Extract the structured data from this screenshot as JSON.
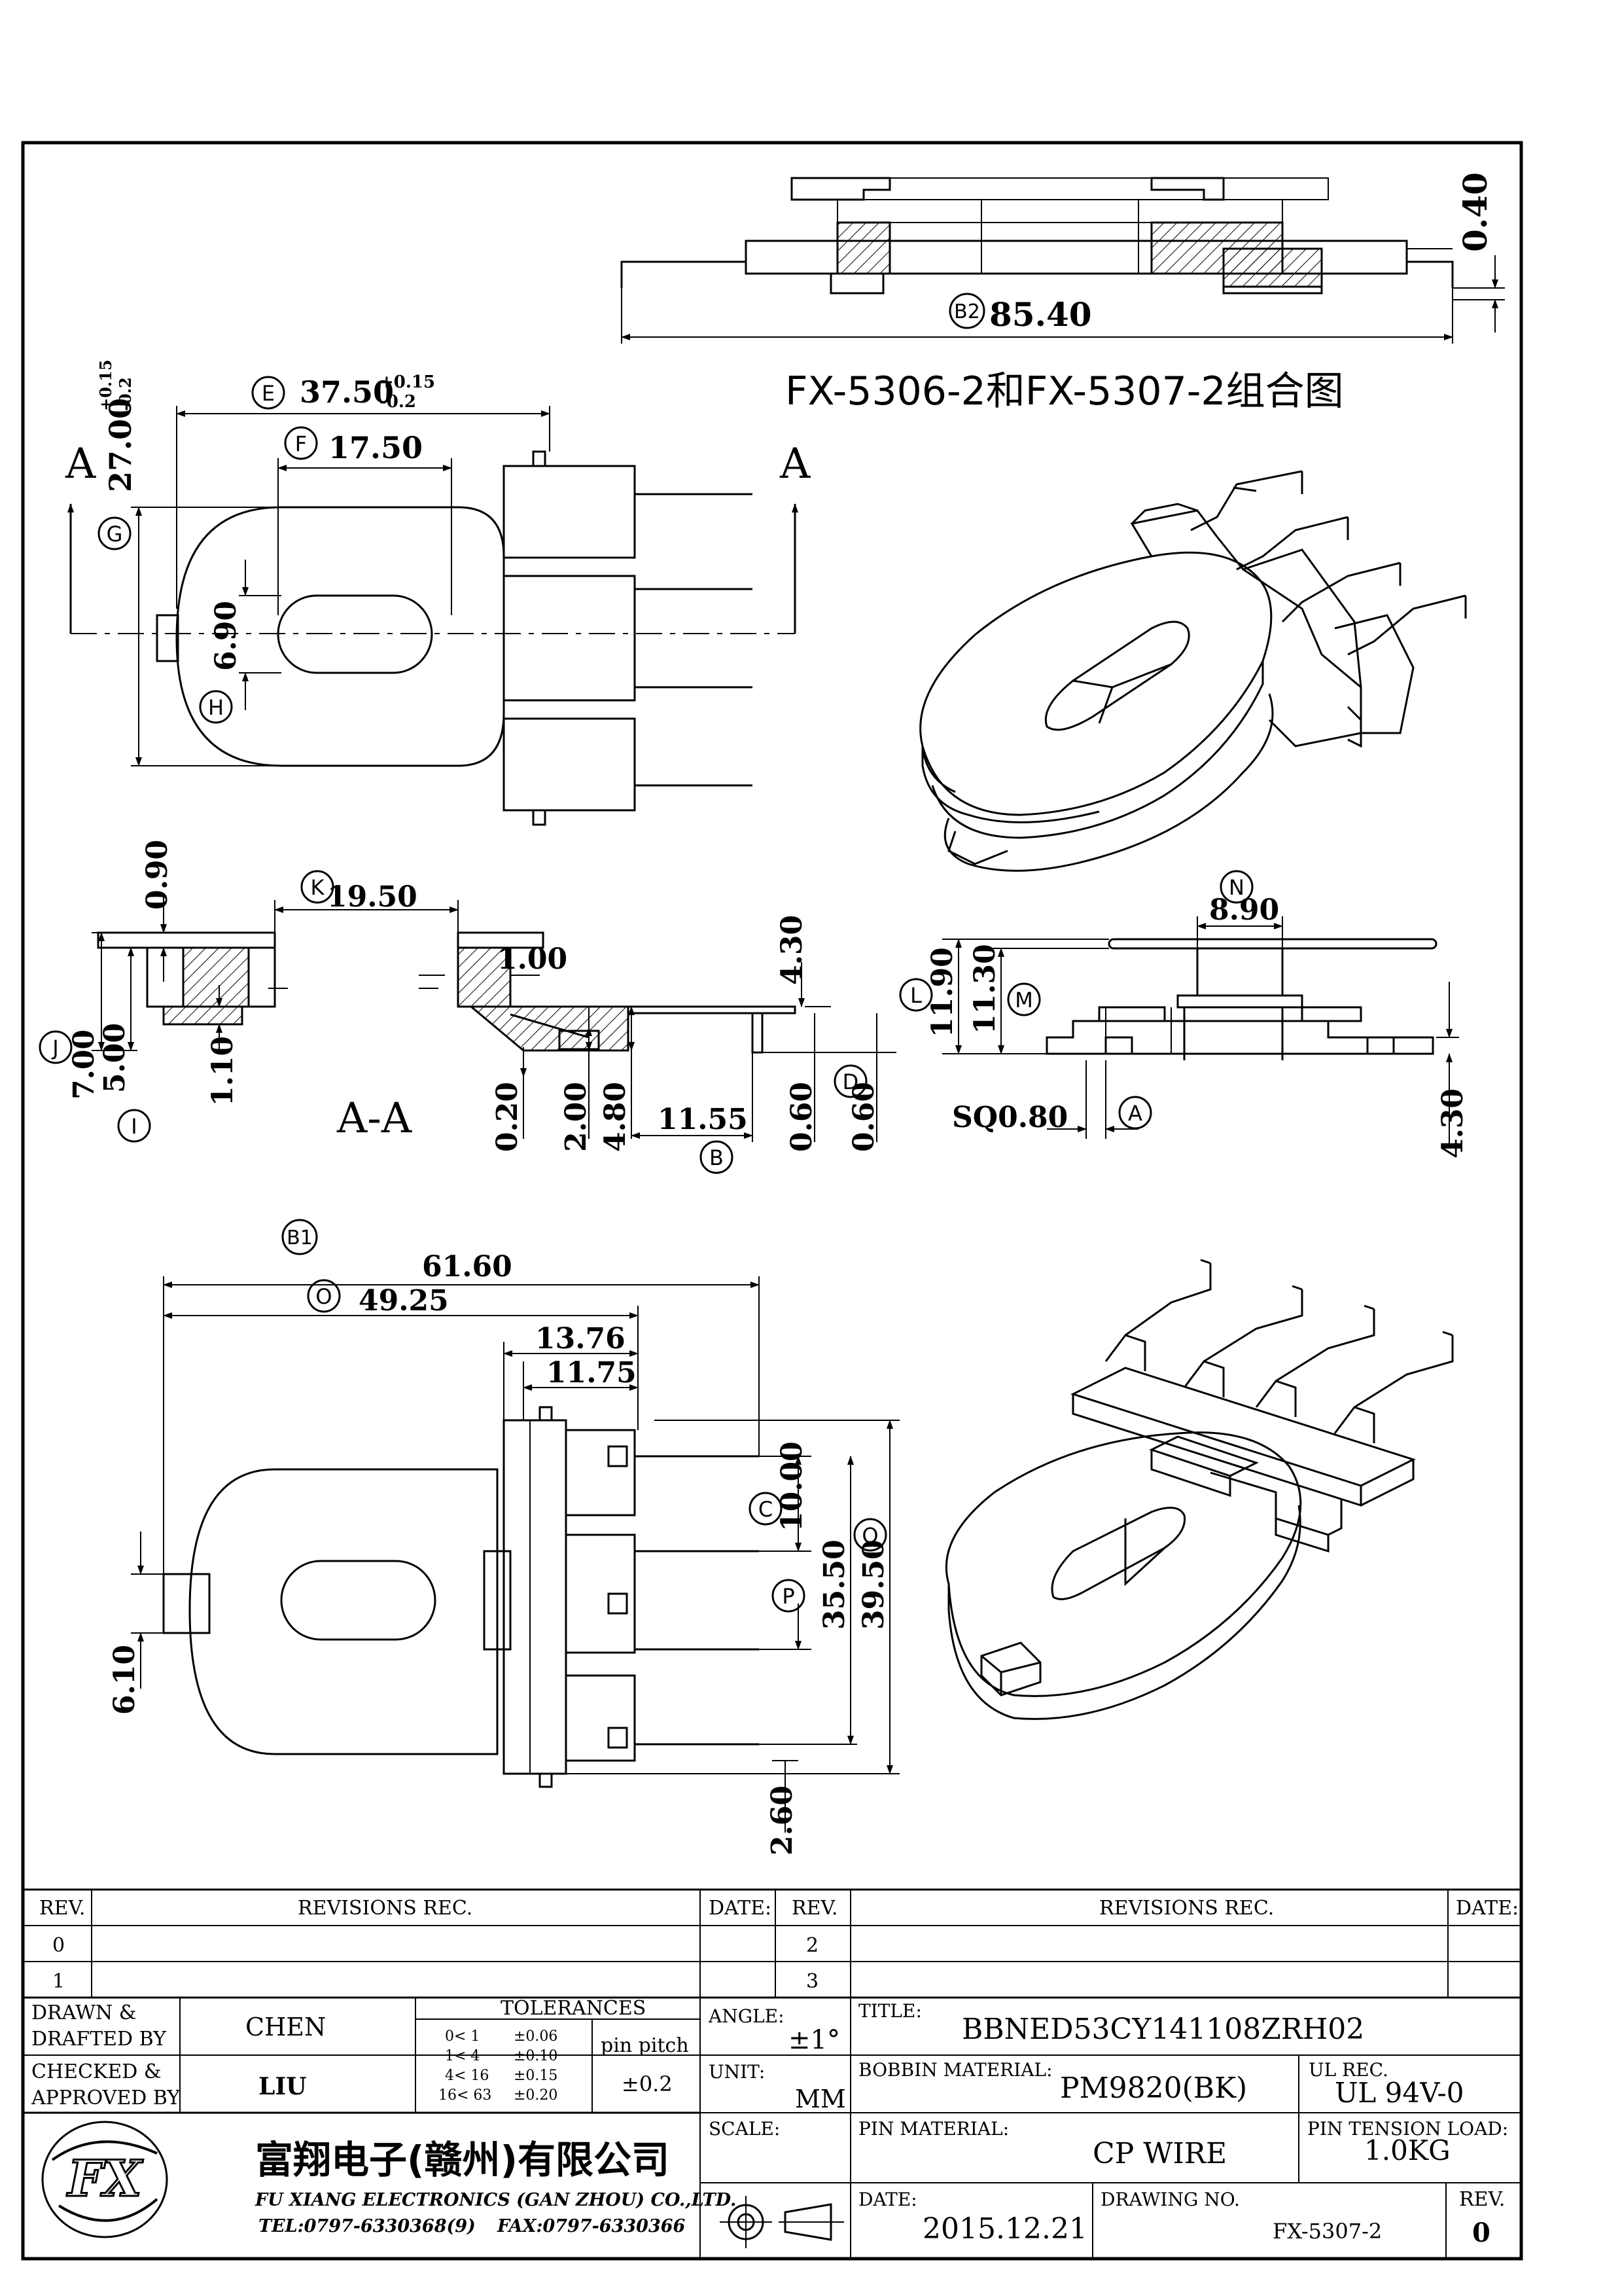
{
  "drawing": {
    "combo_title": "FX-5306-2和FX-5307-2组合图",
    "section_label": "A-A",
    "section_arrow_label": "A"
  },
  "top_view": {
    "overall_width": "85.40",
    "overall_width_tag": "B2",
    "thickness": "0.40"
  },
  "plan_view": {
    "width": "37.50",
    "width_tag": "E",
    "width_tol_plus": "+0.15",
    "width_tol_minus": "-0.2",
    "height": "27.00",
    "height_tag": "G",
    "height_tol_plus": "+0.15",
    "height_tol_minus": "-0.2",
    "slot_length": "17.50",
    "slot_length_tag": "F",
    "slot_width": "6.90",
    "slot_width_tag": "H"
  },
  "section_view": {
    "inner_dia": "19.50",
    "inner_dia_tag": "K",
    "flange_thk": "0.90",
    "step": "1.00",
    "pin_height": "4.30",
    "total_height": "7.00",
    "total_height_tag": "J",
    "inner_height": "5.00",
    "inner_height_tag": "I",
    "base_step": "1.10",
    "lip": "0.20",
    "base_thk": "2.00",
    "base_height": "4.80",
    "pin_ext": "11.55",
    "pin_ext_tag": "B",
    "pin_dia_1": "0.60",
    "pin_dia_2": "0.60",
    "pin_dia_tag": "D"
  },
  "side_view": {
    "core_width": "8.90",
    "core_width_tag": "N",
    "height_1": "11.90",
    "height_1_tag": "L",
    "height_2": "11.30",
    "height_2_tag": "M",
    "pin_sq": "SQ0.80",
    "pin_sq_tag": "A",
    "pin_len": "4.30"
  },
  "bottom_view": {
    "tag_b1": "B1",
    "overall": "61.60",
    "body": "49.25",
    "body_tag": "O",
    "header_1": "13.76",
    "header_2": "11.75",
    "pitch": "10.00",
    "pitch_tag": "C",
    "tag_p": "P",
    "row_span": "35.50",
    "header_span": "39.50",
    "header_span_tag": "Q",
    "tab": "6.10",
    "pin_off": "2.60"
  },
  "title_block": {
    "rev_header": "REV.",
    "revisions_header": "REVISIONS   REC.",
    "date_header": "DATE:",
    "rev_rows": [
      "0",
      "1"
    ],
    "rev_rows_right": [
      "2",
      "3"
    ],
    "drawn_label_1": "DRAWN &",
    "drawn_label_2": "DRAFTED BY",
    "drawn_name": "CHEN",
    "checked_label_1": "CHECKED &",
    "checked_label_2": "APPROVED BY",
    "checked_name": "LIU",
    "tolerances_header": "TOLERANCES",
    "tolerance_rows": [
      {
        "range": "0<   1",
        "tol": "±0.06"
      },
      {
        "range": "1<   4",
        "tol": "±0.10"
      },
      {
        "range": "4<  16",
        "tol": "±0.15"
      },
      {
        "range": "16<  63",
        "tol": "±0.20"
      }
    ],
    "pin_pitch_label": "pin pitch",
    "pin_pitch_value": "±0.2",
    "angle_label": "ANGLE:",
    "angle_value": "±1°",
    "unit_label": "UNIT:",
    "unit_value": "MM",
    "scale_label": "SCALE:",
    "title_label": "TITLE:",
    "title_value": "BBNED53CY141108ZRH02",
    "bobbin_label": "BOBBIN MATERIAL:",
    "bobbin_value": "PM9820(BK)",
    "ul_label": "UL REC.",
    "ul_value": "UL 94V-0",
    "pin_material_label": "PIN MATERIAL:",
    "pin_material_value": "CP WIRE",
    "tension_label": "PIN TENSION LOAD:",
    "tension_value": "1.0KG",
    "date_label": "DATE:",
    "date_value": "2015.12.21",
    "drawing_no_label": "DRAWING NO.",
    "drawing_no_value": "FX-5307-2",
    "rev_label": "REV.",
    "rev_value": "0",
    "company_cn": "富翔电子(赣州)有限公司",
    "company_en": "FU XIANG ELECTRONICS (GAN ZHOU) CO.,LTD.",
    "tel": "TEL:0797-6330368(9)",
    "fax": "FAX:0797-6330366",
    "logo_text": "FX"
  }
}
